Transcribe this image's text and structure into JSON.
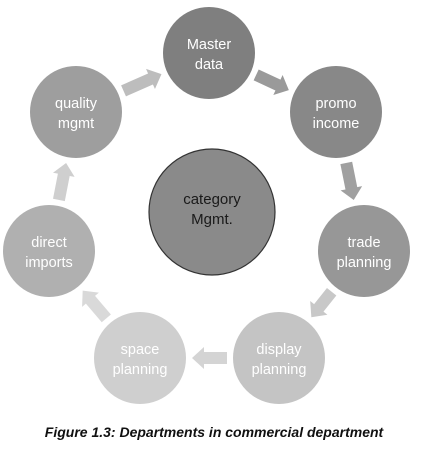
{
  "center": {
    "line1": "category",
    "line2": "Mgmt.",
    "color": "#8a8a8a"
  },
  "nodes": [
    {
      "id": "master-data",
      "line1": "Master",
      "line2": "data",
      "color": "#7f7f7f"
    },
    {
      "id": "promo-income",
      "line1": "promo",
      "line2": "income",
      "color": "#888888"
    },
    {
      "id": "trade-planning",
      "line1": "trade",
      "line2": "planning",
      "color": "#979797"
    },
    {
      "id": "display-planning",
      "line1": "display",
      "line2": "planning",
      "color": "#c4c4c4"
    },
    {
      "id": "space-planning",
      "line1": "space",
      "line2": "planning",
      "color": "#cfcfcf"
    },
    {
      "id": "direct-imports",
      "line1": "direct",
      "line2": "imports",
      "color": "#b0b0b0"
    },
    {
      "id": "quality-mgmt",
      "line1": "quality",
      "line2": "mgmt",
      "color": "#9e9e9e"
    }
  ],
  "caption": "Figure 1.3: Departments in commercial department"
}
